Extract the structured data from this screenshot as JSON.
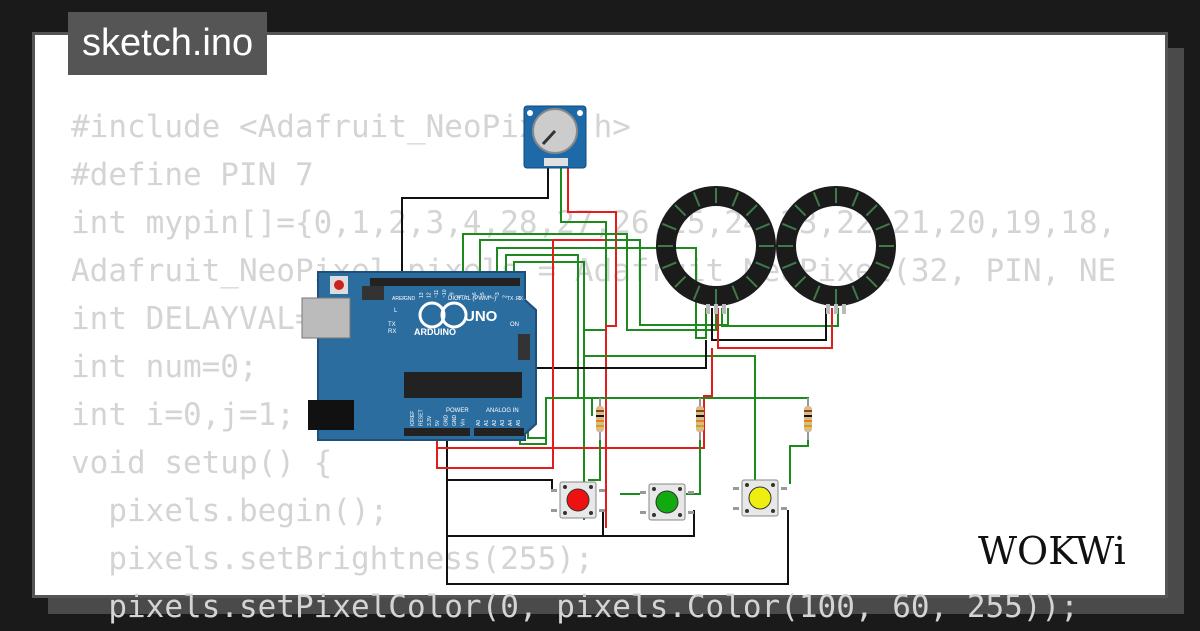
{
  "file_tab": {
    "label": "sketch.ino"
  },
  "code_lines": [
    "#include <Adafruit_NeoPixel.h>",
    "#define PIN 7",
    "int mypin[]={0,1,2,3,4,28,27,26,25,24,23,22,21,20,19,18,",
    "Adafruit_NeoPixel pixels = Adafruit_NeoPixel(32, PIN, NE",
    "int DELAYVAL=",
    "int num=0;",
    "int i=0,j=1;",
    "void setup() {",
    "  pixels.begin();",
    "  pixels.setBrightness(255);",
    "  pixels.setPixelColor(0, pixels.Color(100, 60, 255));"
  ],
  "arduino": {
    "logo_text": "ARDUINO",
    "model": "UNO",
    "digital_label": "DIGITAL (PWM ~)",
    "power_label": "POWER",
    "analog_label": "ANALOG IN",
    "on_label": "ON",
    "l_label": "L",
    "tx_label": "TX",
    "rx_label": "RX",
    "tx_pin": "TX→1",
    "rx_pin": "RX←0",
    "aref_label": "AREF",
    "gnd_label": "GND",
    "power_pins": [
      "IOREF",
      "RESET",
      "3.3V",
      "5V",
      "GND",
      "GND",
      "Vin"
    ],
    "analog_pins": [
      "A0",
      "A1",
      "A2",
      "A3",
      "A4",
      "A5"
    ],
    "digital_pins": [
      "13",
      "12",
      "~11",
      "~10",
      "~9",
      "8",
      "7",
      "~6",
      "~5",
      "4",
      "~3",
      "2"
    ]
  },
  "buttons": [
    {
      "name": "red",
      "color": "#ee1111"
    },
    {
      "name": "green",
      "color": "#11aa11"
    },
    {
      "name": "yellow",
      "color": "#eeee11"
    }
  ],
  "colors": {
    "wire_black": "#111111",
    "wire_red": "#e11d1d",
    "wire_green": "#1d8a1d",
    "board_blue": "#2c6da0",
    "ring_body": "#1b1b1b",
    "ring_led": "#3f7a4a"
  },
  "brand": "WOKWi"
}
